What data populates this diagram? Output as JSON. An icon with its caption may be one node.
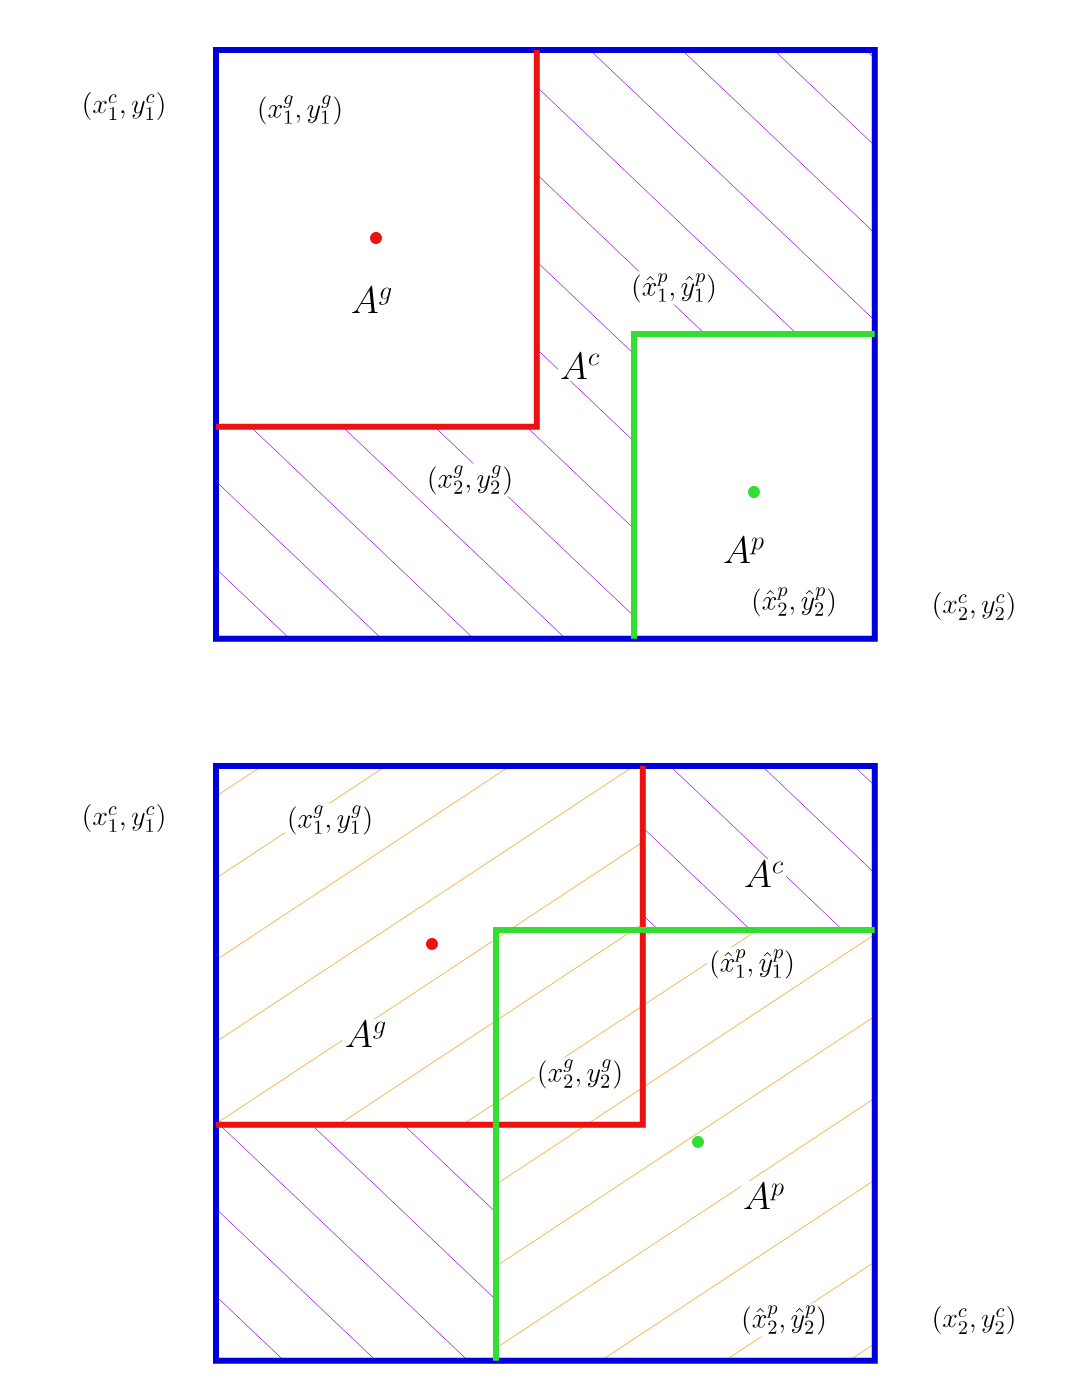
{
  "diagram": {
    "nodes": [
      {
        "text": [
          "A^{c}"
        ],
        "beside": [
          "(x_1^{c},y_1^{c})",
          "(x_2^{c},y_2^{c})"
        ]
      },
      {
        "text": [
          "(x_1^{g},y_1^{g})",
          "A^{g}",
          "(x_2^{g},y_2^{g})"
        ],
        "in": 0
      },
      {
        "text": [
          "(\\hat{x}_1^{p},\\hat{y}_1^{p})",
          "A^{p}",
          "(\\hat{x}_2^{p},\\hat{y}_2^{p})"
        ],
        "in": 0
      },
      {
        "text": [
          "A^{c}"
        ],
        "beside": [
          "(x_1^{c},y_1^{c})",
          "(x_2^{c},y_2^{c})"
        ]
      },
      {
        "text": [
          "(x_1^{g},y_1^{g})",
          "A^{g}",
          "(x_2^{g},y_2^{g})"
        ],
        "in": 3
      },
      {
        "text": [
          "(\\hat{x}_1^{p},\\hat{y}_1^{p})",
          "A^{p}",
          "(\\hat{x}_2^{p},\\hat{y}_2^{p})"
        ],
        "in": 3
      }
    ]
  }
}
